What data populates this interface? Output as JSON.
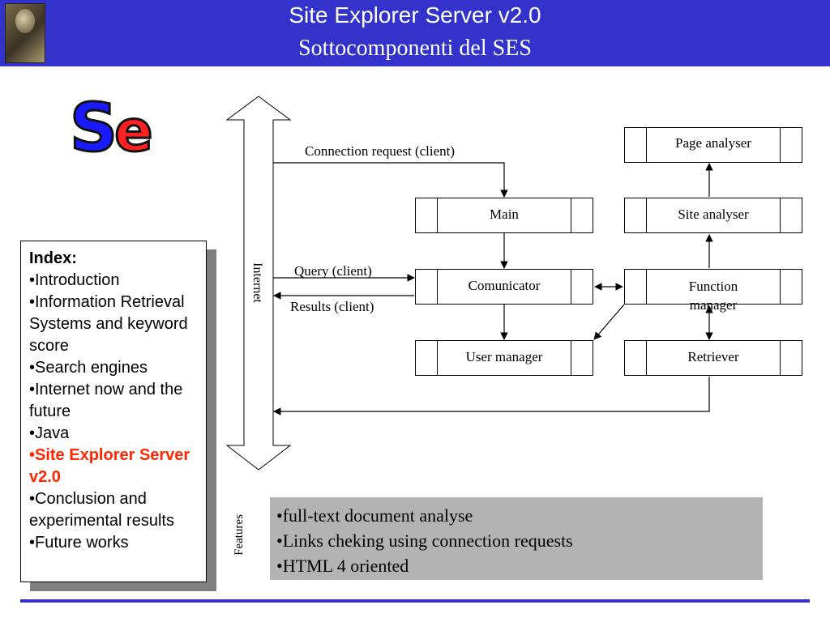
{
  "header": {
    "title": "Site Explorer Server v2.0",
    "subtitle": "Sottocomponenti del SES"
  },
  "logo_text": "Se",
  "index": {
    "heading": "Index:",
    "items": [
      "•Introduction",
      "•Information Retrieval Systems and keyword score",
      "•Search engines",
      "•Internet now and the future",
      "•Java",
      "•Site Explorer Server v2.0",
      "•Conclusion and experimental results",
      "•Future works"
    ],
    "active_item": "•Site Explorer Server v2.0"
  },
  "diagram": {
    "internet_label": "Internet",
    "flows": {
      "connection_request": "Connection request (client)",
      "query": "Query (client)",
      "results": "Results (client)"
    },
    "components": {
      "main": "Main",
      "comunicator": "Comunicator",
      "user_manager": "User manager",
      "page_analyser": "Page analyser",
      "site_analyser": "Site analyser",
      "function_manager": "Function manager",
      "retriever": "Retriever"
    }
  },
  "features": {
    "label": "Features",
    "items": [
      "•full-text document analyse",
      "•Links cheking using connection requests",
      "•HTML 4 oriented"
    ]
  },
  "colors": {
    "brand_blue": "#3333cc",
    "active_red": "#ff2600",
    "features_bg": "#b3b3b3"
  }
}
